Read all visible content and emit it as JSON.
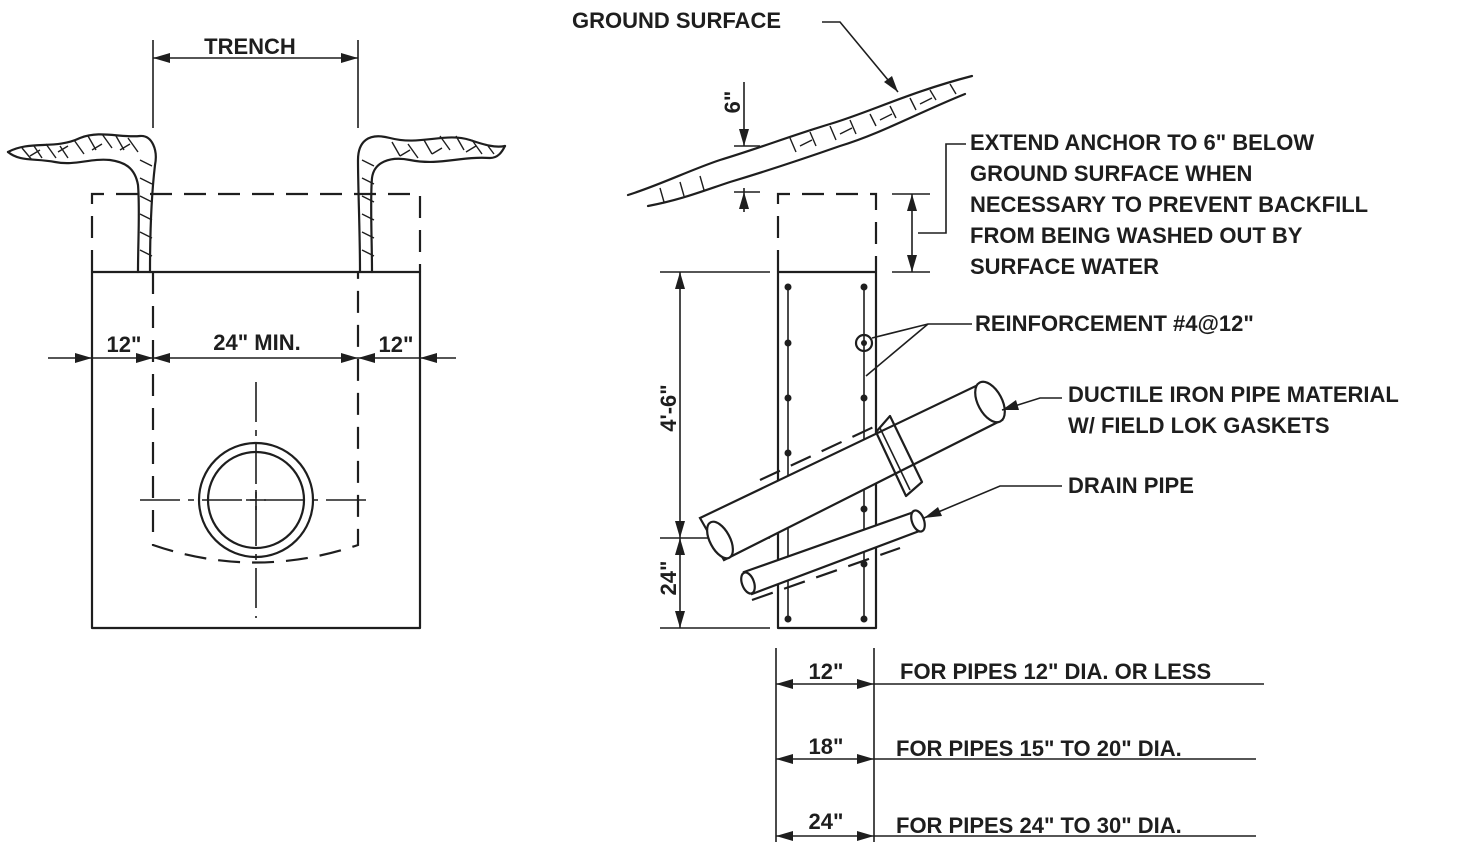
{
  "left_view": {
    "trench_label": "TRENCH",
    "dim_left": "12\"",
    "dim_center": "24\" MIN.",
    "dim_right": "12\""
  },
  "right_view": {
    "ground_surface_label": "GROUND SURFACE",
    "depth_6_label": "6\"",
    "anchor_note": [
      "EXTEND ANCHOR TO 6\" BELOW",
      "GROUND SURFACE WHEN",
      "NECESSARY TO PREVENT BACKFILL",
      "FROM BEING WASHED OUT BY",
      "SURFACE WATER"
    ],
    "reinforcement_label": "REINFORCEMENT #4@12\"",
    "ductile_pipe_label": [
      "DUCTILE IRON PIPE MATERIAL",
      "W/ FIELD LOK GASKETS"
    ],
    "drain_pipe_label": "DRAIN PIPE",
    "height_upper_label": "4'-6\"",
    "height_lower_label": "24\""
  },
  "width_table": [
    {
      "width": "12\"",
      "description": "FOR PIPES 12\" DIA. OR LESS"
    },
    {
      "width": "18\"",
      "description": "FOR PIPES 15\" TO 20\" DIA."
    },
    {
      "width": "24\"",
      "description": "FOR PIPES 24\" TO 30\" DIA."
    }
  ]
}
